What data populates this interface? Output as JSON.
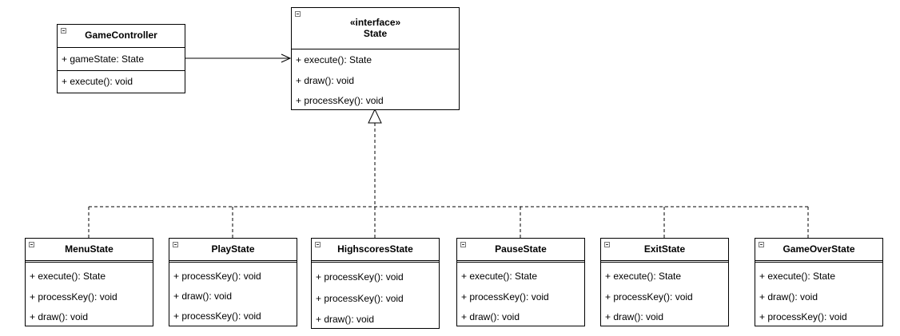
{
  "classes": {
    "state": {
      "stereotype": "«interface»",
      "name": "State",
      "operations": [
        "+ execute(): State",
        "+ draw(): void",
        "+ processKey(): void"
      ]
    },
    "game_controller": {
      "name": "GameController",
      "attributes": [
        "+ gameState: State"
      ],
      "operations": [
        "+ execute(): void"
      ]
    },
    "menu_state": {
      "name": "MenuState",
      "operations": [
        "+ execute(): State",
        "+ processKey(): void",
        "+ draw(): void"
      ]
    },
    "play_state": {
      "name": "PlayState",
      "operations": [
        "+ processKey(): void",
        "+ draw(): void",
        "+ processKey(): void"
      ]
    },
    "highscores_state": {
      "name": "HighscoresState",
      "operations": [
        "+ processKey(): void",
        "+ processKey(): void",
        "+ draw(): void"
      ]
    },
    "pause_state": {
      "name": "PauseState",
      "operations": [
        "+ execute(): State",
        "+ processKey(): void",
        "+ draw(): void"
      ]
    },
    "exit_state": {
      "name": "ExitState",
      "operations": [
        "+ execute(): State",
        "+ processKey(): void",
        "+ draw(): void"
      ]
    },
    "game_over_state": {
      "name": "GameOverState",
      "operations": [
        "+ execute(): State",
        "+ draw(): void",
        "+ processKey(): void"
      ]
    }
  },
  "relations": [
    {
      "type": "association",
      "from": "GameController",
      "to": "State"
    },
    {
      "type": "realization",
      "from": [
        "MenuState",
        "PlayState",
        "HighscoresState",
        "PauseState",
        "ExitState",
        "GameOverState"
      ],
      "to": "State"
    }
  ]
}
